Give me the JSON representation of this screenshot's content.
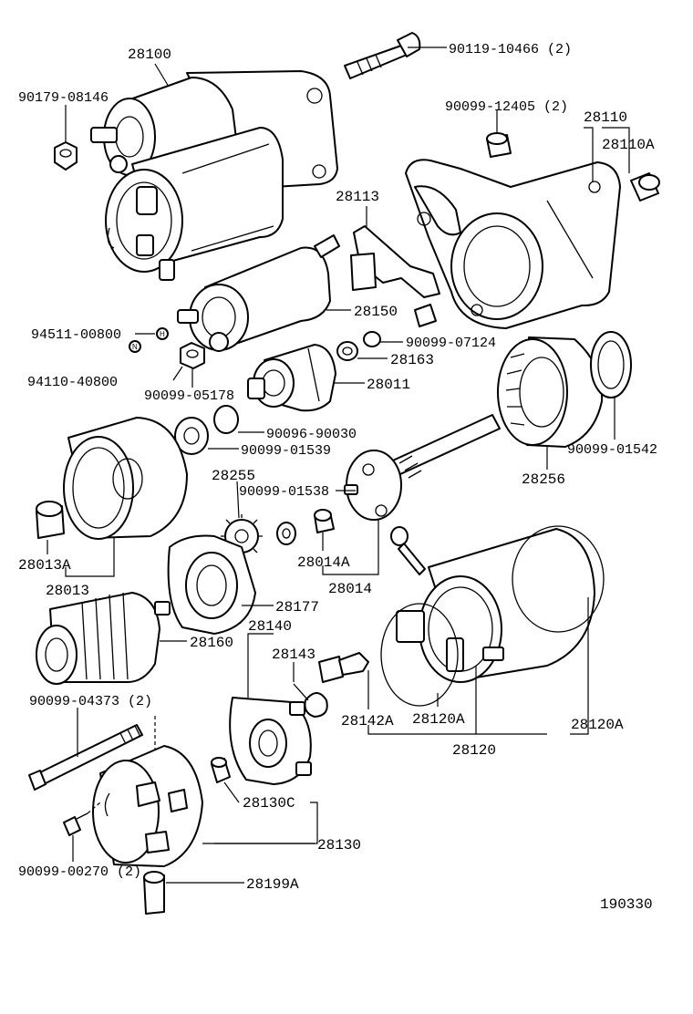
{
  "diagram": {
    "labels": {
      "p28100": "28100",
      "p90119": "90119-10466 (2)",
      "p90179": "90179-08146",
      "p90099_12405": "90099-12405 (2)",
      "p28110": "28110",
      "p28110A": "28110A",
      "p28113": "28113",
      "p28150": "28150",
      "p94511": "94511-00800",
      "p90099_07124": "90099-07124",
      "p28163": "28163",
      "p94110": "94110-40800",
      "p90099_05178": "90099-05178",
      "p28011": "28011",
      "p90096": "90096-90030",
      "p90099_01539": "90099-01539",
      "p90099_01542": "90099-01542",
      "p28255": "28255",
      "p90099_01538": "90099-01538",
      "p28256": "28256",
      "p28013A": "28013A",
      "p28014A": "28014A",
      "p28013": "28013",
      "p28014": "28014",
      "p28177": "28177",
      "p28140": "28140",
      "p28160": "28160",
      "p28143": "28143",
      "p90099_04373": "90099-04373 (2)",
      "p28142A": "28142A",
      "p28120A_1": "28120A",
      "p28120A_2": "28120A",
      "p28120": "28120",
      "p28130C": "28130C",
      "p28130": "28130",
      "p90099_00270": "90099-00270 (2)",
      "p28199A": "28199A",
      "diagram_no": "190330"
    },
    "markers": {
      "h": "H",
      "n": "N"
    }
  }
}
